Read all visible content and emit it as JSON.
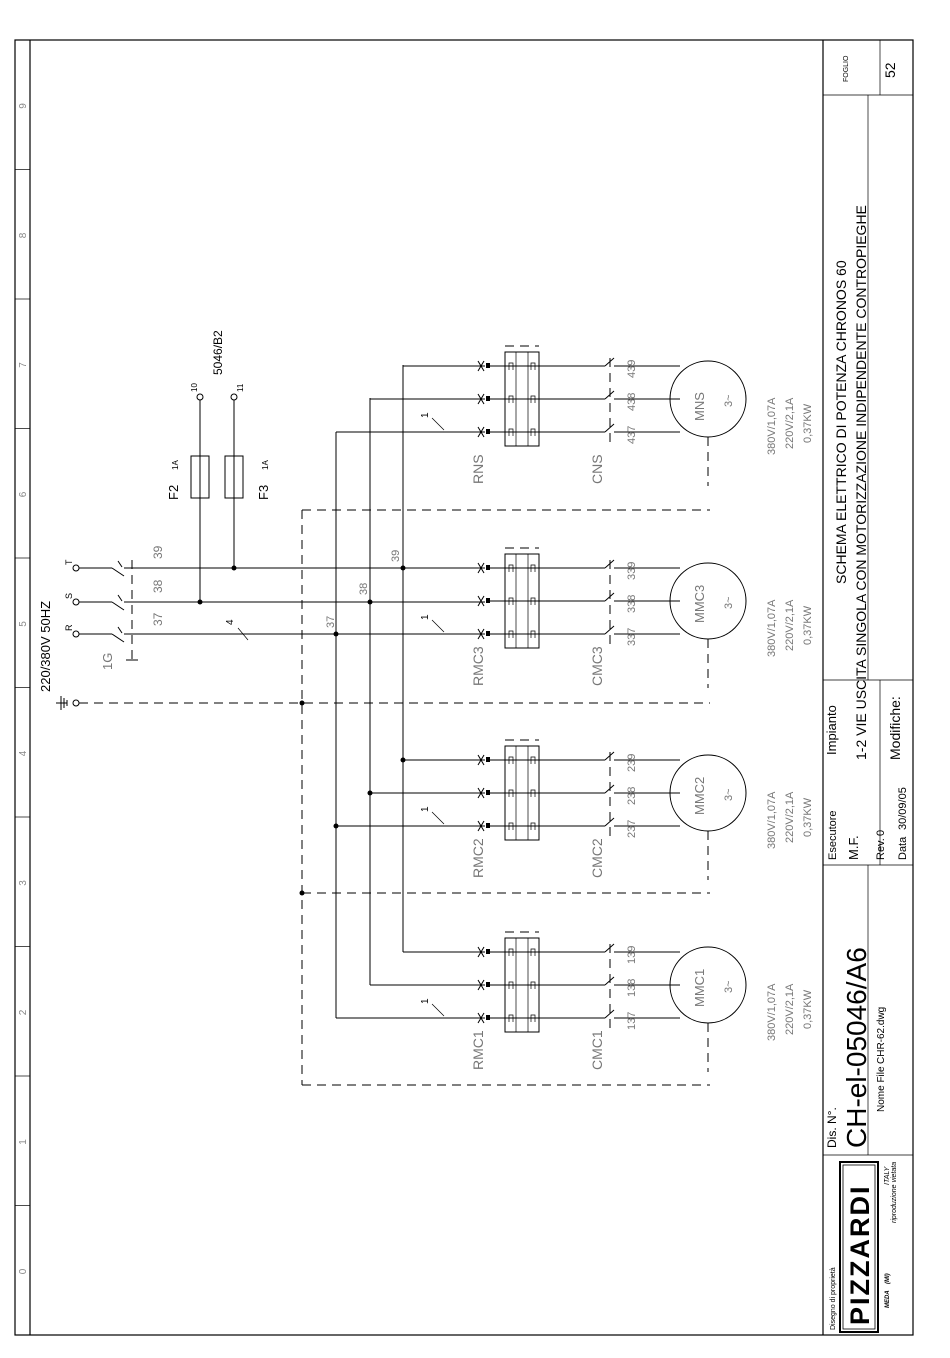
{
  "title_block": {
    "owner_label": "Disegno di proprietà",
    "company": "PIZZARDI",
    "city": "MEDA",
    "province": "(MI)",
    "country": "ITALY",
    "reproduction": "riproduzione vietata",
    "dis_label": "Dis. N°.",
    "drawing_number": "CH-el-05046/A6",
    "file_label": "Nome File",
    "file_name": "CHR-62.dwg",
    "executor_label": "Esecutore",
    "executor": "M.F.",
    "rev_label": "Rev.",
    "rev": "0",
    "date_label": "Data",
    "date": "30/09/05",
    "plant_label": "Impianto",
    "title_line1": "SCHEMA ELETTRICO DI POTENZA CHRONOS 60",
    "title_line2": "1-2 VIE USCITA SINGOLA CON MOTORIZZAZIONE INDIPENDENTE CONTROPIEGHE",
    "modifications_label": "Modifiche:",
    "sheet_label": "FOGLIO",
    "sheet": "52"
  },
  "grid_numbers": [
    "0",
    "1",
    "2",
    "3",
    "4",
    "5",
    "6",
    "7",
    "8",
    "9"
  ],
  "supply": {
    "voltage": "220/380V  50HZ",
    "switch": "1G",
    "phases": [
      "R",
      "S",
      "T"
    ],
    "wires": [
      "37",
      "38",
      "39"
    ],
    "cable": "4"
  },
  "fuses": [
    {
      "name": "F2",
      "rating": "1A",
      "terminal": "10"
    },
    {
      "name": "F3",
      "rating": "1A",
      "terminal": "11"
    }
  ],
  "ref": "5046/B2",
  "motors": [
    {
      "name": "MMC1",
      "relay": "RMC1",
      "contactor": "CMC1",
      "terms": [
        "137",
        "138",
        "139"
      ],
      "cable": "1"
    },
    {
      "name": "MMC2",
      "relay": "RMC2",
      "contactor": "CMC2",
      "terms": [
        "237",
        "238",
        "239"
      ],
      "cable": "1"
    },
    {
      "name": "MMC3",
      "relay": "RMC3",
      "contactor": "CMC3",
      "terms": [
        "337",
        "338",
        "339"
      ],
      "cable": "1"
    },
    {
      "name": "MNS",
      "relay": "RNS",
      "contactor": "CNS",
      "terms": [
        "437",
        "438",
        "439"
      ],
      "cable": "1"
    }
  ],
  "motor_rating": [
    "380V/1,07A",
    "220V/2,1A",
    "0,37KW"
  ],
  "motor_symbol": "3~"
}
